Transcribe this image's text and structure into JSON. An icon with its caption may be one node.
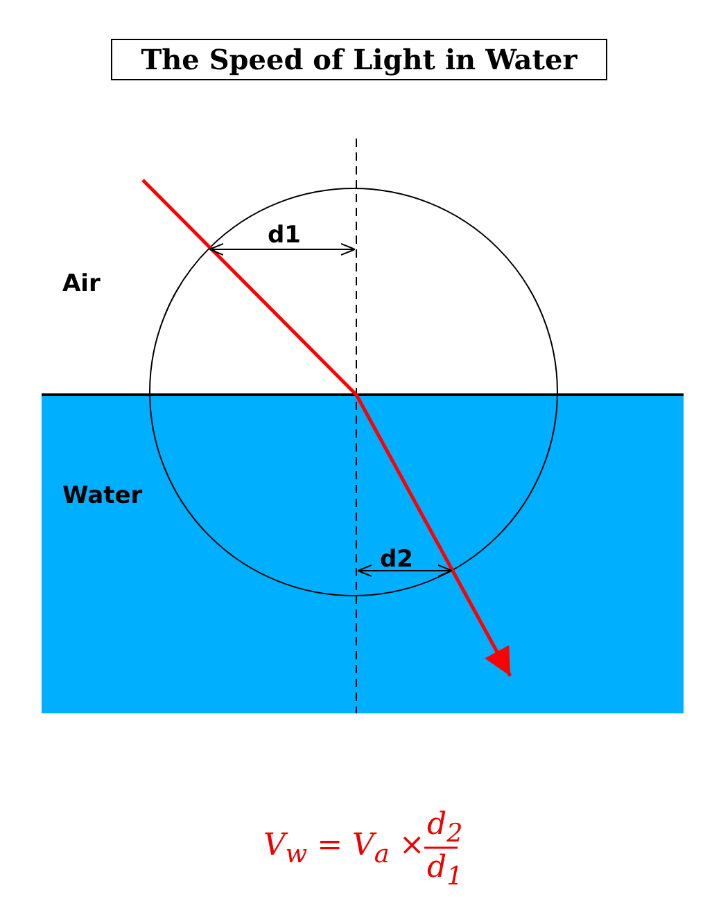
{
  "diagram": {
    "title": "The Speed of Light in Water",
    "labels": [
      "d1",
      "Air",
      "Water",
      "d2",
      "V$_{w}$ = V$_{a}$ ×",
      "d$_{2}$",
      "d$_{1}$"
    ]
  }
}
